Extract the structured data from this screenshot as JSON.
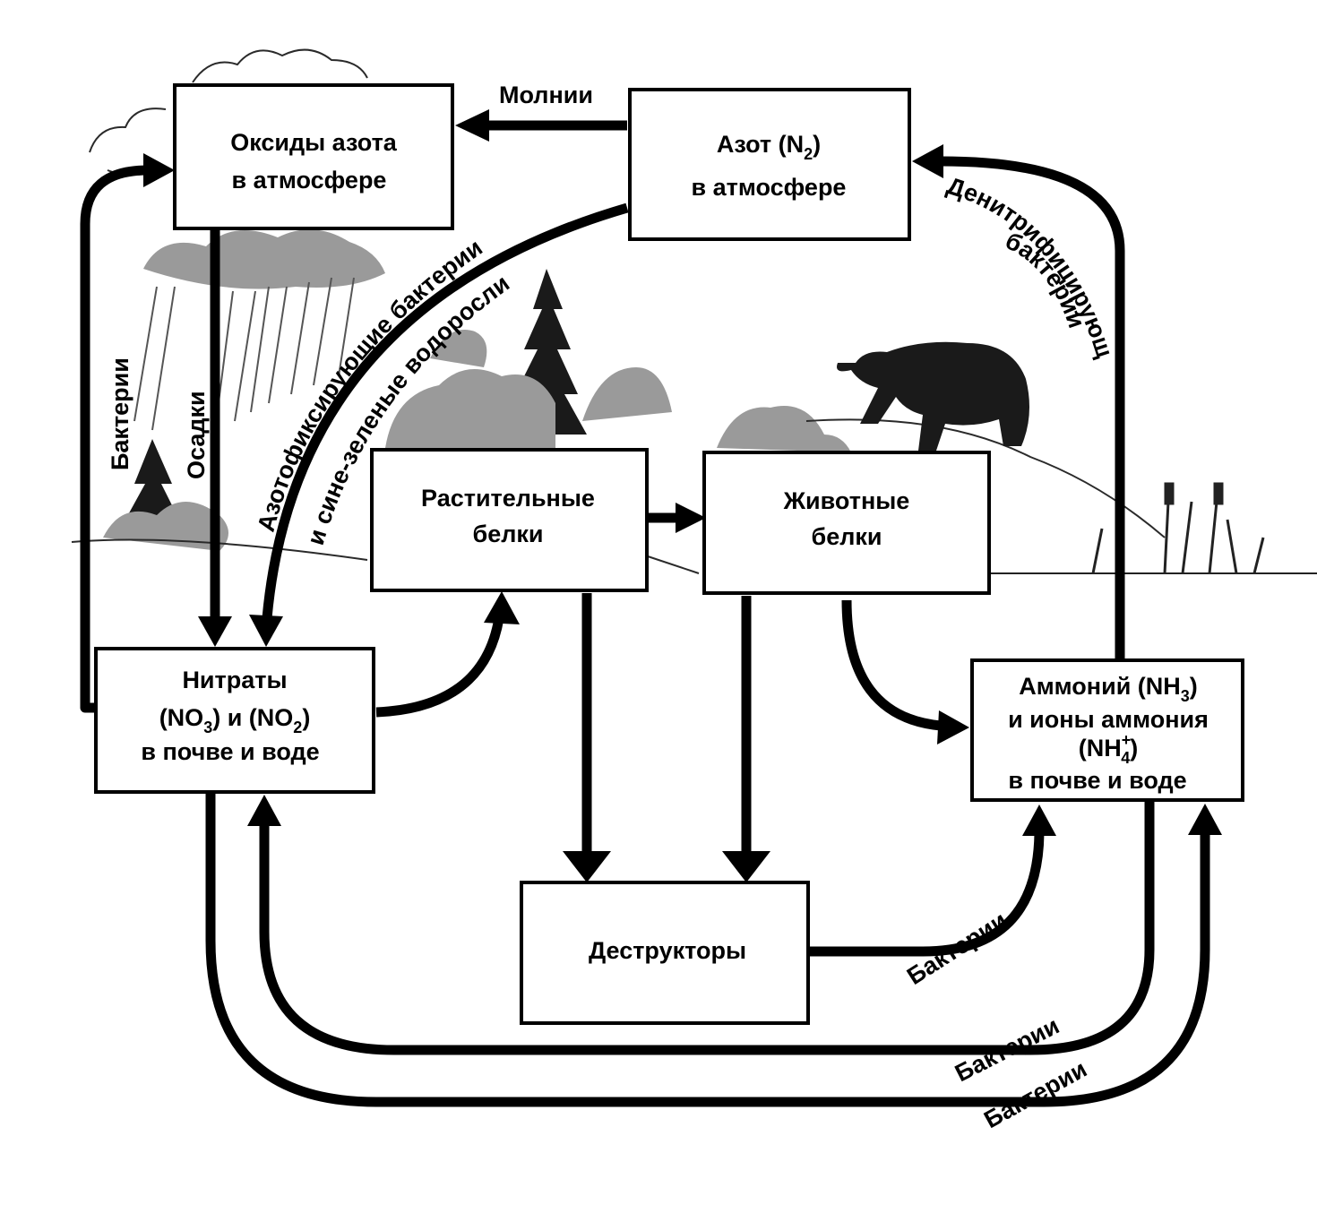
{
  "nodes": {
    "oxides": {
      "line1": "Оксиды азота",
      "line2": "в атмосфере"
    },
    "nitrogen": {
      "line1": "Азот (N",
      "sub": "2",
      "line1_end": ")",
      "line2": "в атмосфере"
    },
    "plant_proteins": {
      "line1": "Растительные",
      "line2": "белки"
    },
    "animal_proteins": {
      "line1": "Животные",
      "line2": "белки"
    },
    "nitrates": {
      "line1": "Нитраты",
      "line2_a": "(NO",
      "line2_sub1": "3",
      "line2_b": ") и (NO",
      "line2_sub2": "2",
      "line2_c": ")",
      "line3": "в почве и воде"
    },
    "ammonium": {
      "line1_a": "Аммоний (NH",
      "line1_sub": "3",
      "line1_b": ")",
      "line2": "и ионы аммония",
      "line3_a": "(NH",
      "line3_sup": "+",
      "line3_sub": "4",
      "line3_b": ")",
      "line4": "в почве и воде"
    },
    "destructors": {
      "label": "Деструкторы"
    }
  },
  "edge_labels": {
    "lightning": "Молнии",
    "denitrifying_1": "Денитрифицирующие",
    "denitrifying_2": "бактерии",
    "nitrogen_fixing_1": "Азотофиксирующие бактерии",
    "nitrogen_fixing_2": "и сине-зеленые водоросли",
    "bacteria_left": "Бактерии",
    "precipitation": "Осадки",
    "bacteria_destructors": "Бактерии",
    "bacteria_inner": "Бактерии",
    "bacteria_outer": "Бактерии"
  }
}
